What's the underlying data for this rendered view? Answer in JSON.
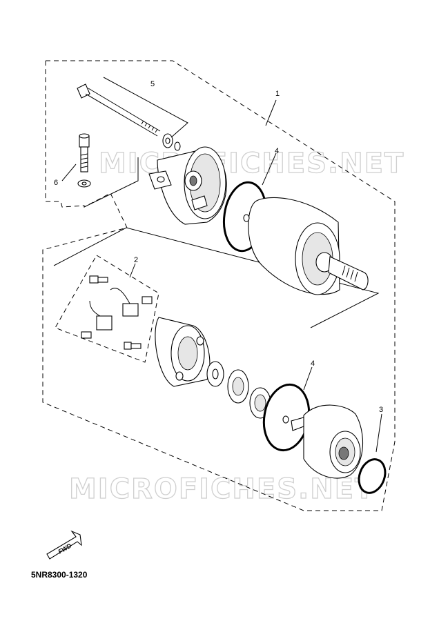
{
  "watermarks": [
    "MICROFICHES.NET",
    "MICROFICHES.NET"
  ],
  "part_labels": [
    "1",
    "2",
    "3",
    "4",
    "4",
    "5",
    "6"
  ],
  "fwd_label": "FWD",
  "diagram_code": "5NR8300-1320",
  "colors": {
    "line": "#000000",
    "watermark": "#cfcfcf",
    "background": "#ffffff"
  }
}
